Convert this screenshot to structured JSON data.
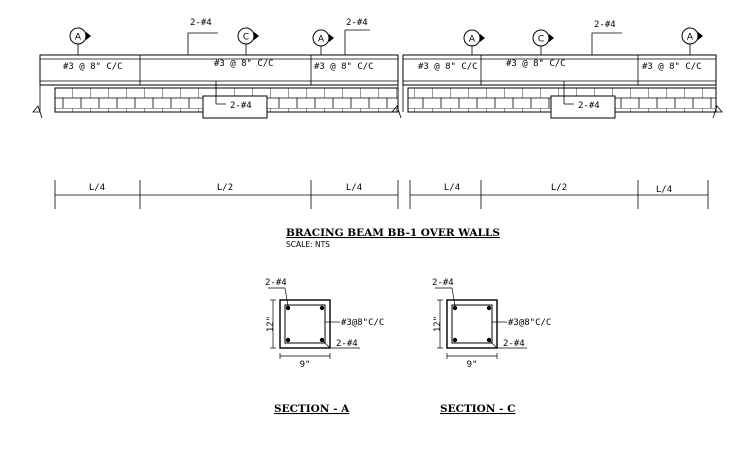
{
  "elevation": {
    "stirrup_label": "#3 @ 8\" C/C",
    "top_bar_label": "2-#4",
    "bottom_bar_label": "2-#4",
    "section_marks": [
      "A",
      "C",
      "A",
      "A",
      "C",
      "A"
    ]
  },
  "dimensions": {
    "quarter": "L/4",
    "half": "L/2"
  },
  "caption": {
    "title": "BRACING BEAM BB-1 OVER WALLS",
    "scale": "SCALE: NTS"
  },
  "sections": [
    {
      "title": "SECTION - A",
      "top_bars": "2-#4",
      "stirrup": "#3@8\"C/C",
      "bottom_bars": "2-#4",
      "depth": "12\"",
      "width": "9\""
    },
    {
      "title": "SECTION - C",
      "top_bars": "2-#4",
      "stirrup": "#3@8\"C/C",
      "bottom_bars": "2-#4",
      "depth": "12\"",
      "width": "9\""
    }
  ]
}
